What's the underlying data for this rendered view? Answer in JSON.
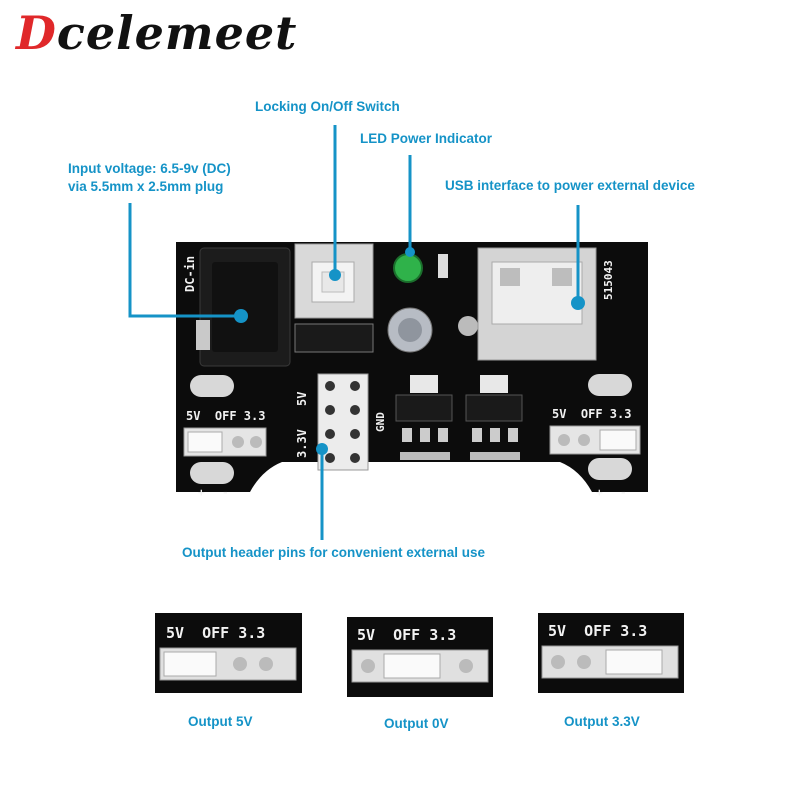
{
  "brand": {
    "first_letter": "D",
    "rest": "celemeet"
  },
  "callouts": {
    "switch": "Locking On/Off Switch",
    "led": "LED Power Indicator",
    "input_line1": "Input voltage: 6.5-9v (DC)",
    "input_line2": "via 5.5mm x 2.5mm plug",
    "usb": "USB interface to power external device",
    "header": "Output header pins for convenient external use"
  },
  "board": {
    "dc_label": "DC-in",
    "usb_code": "515043",
    "left_jumper": "5V  OFF 3.3",
    "right_jumper": "5V  OFF 3.3",
    "v5": "5V",
    "v33": "3.3V",
    "gnd": "GND",
    "plus": "+",
    "minus": "-"
  },
  "variants": [
    {
      "label": "5V  OFF 3.3",
      "caption": "Output 5V"
    },
    {
      "label": "5V  OFF 3.3",
      "caption": "Output 0V"
    },
    {
      "label": "5V  OFF 3.3",
      "caption": "Output 3.3V"
    }
  ],
  "colors": {
    "accent": "#1593c7",
    "brand_red": "#e0282a",
    "pcb": "#0c0c0c",
    "led": "#2fb24a"
  }
}
